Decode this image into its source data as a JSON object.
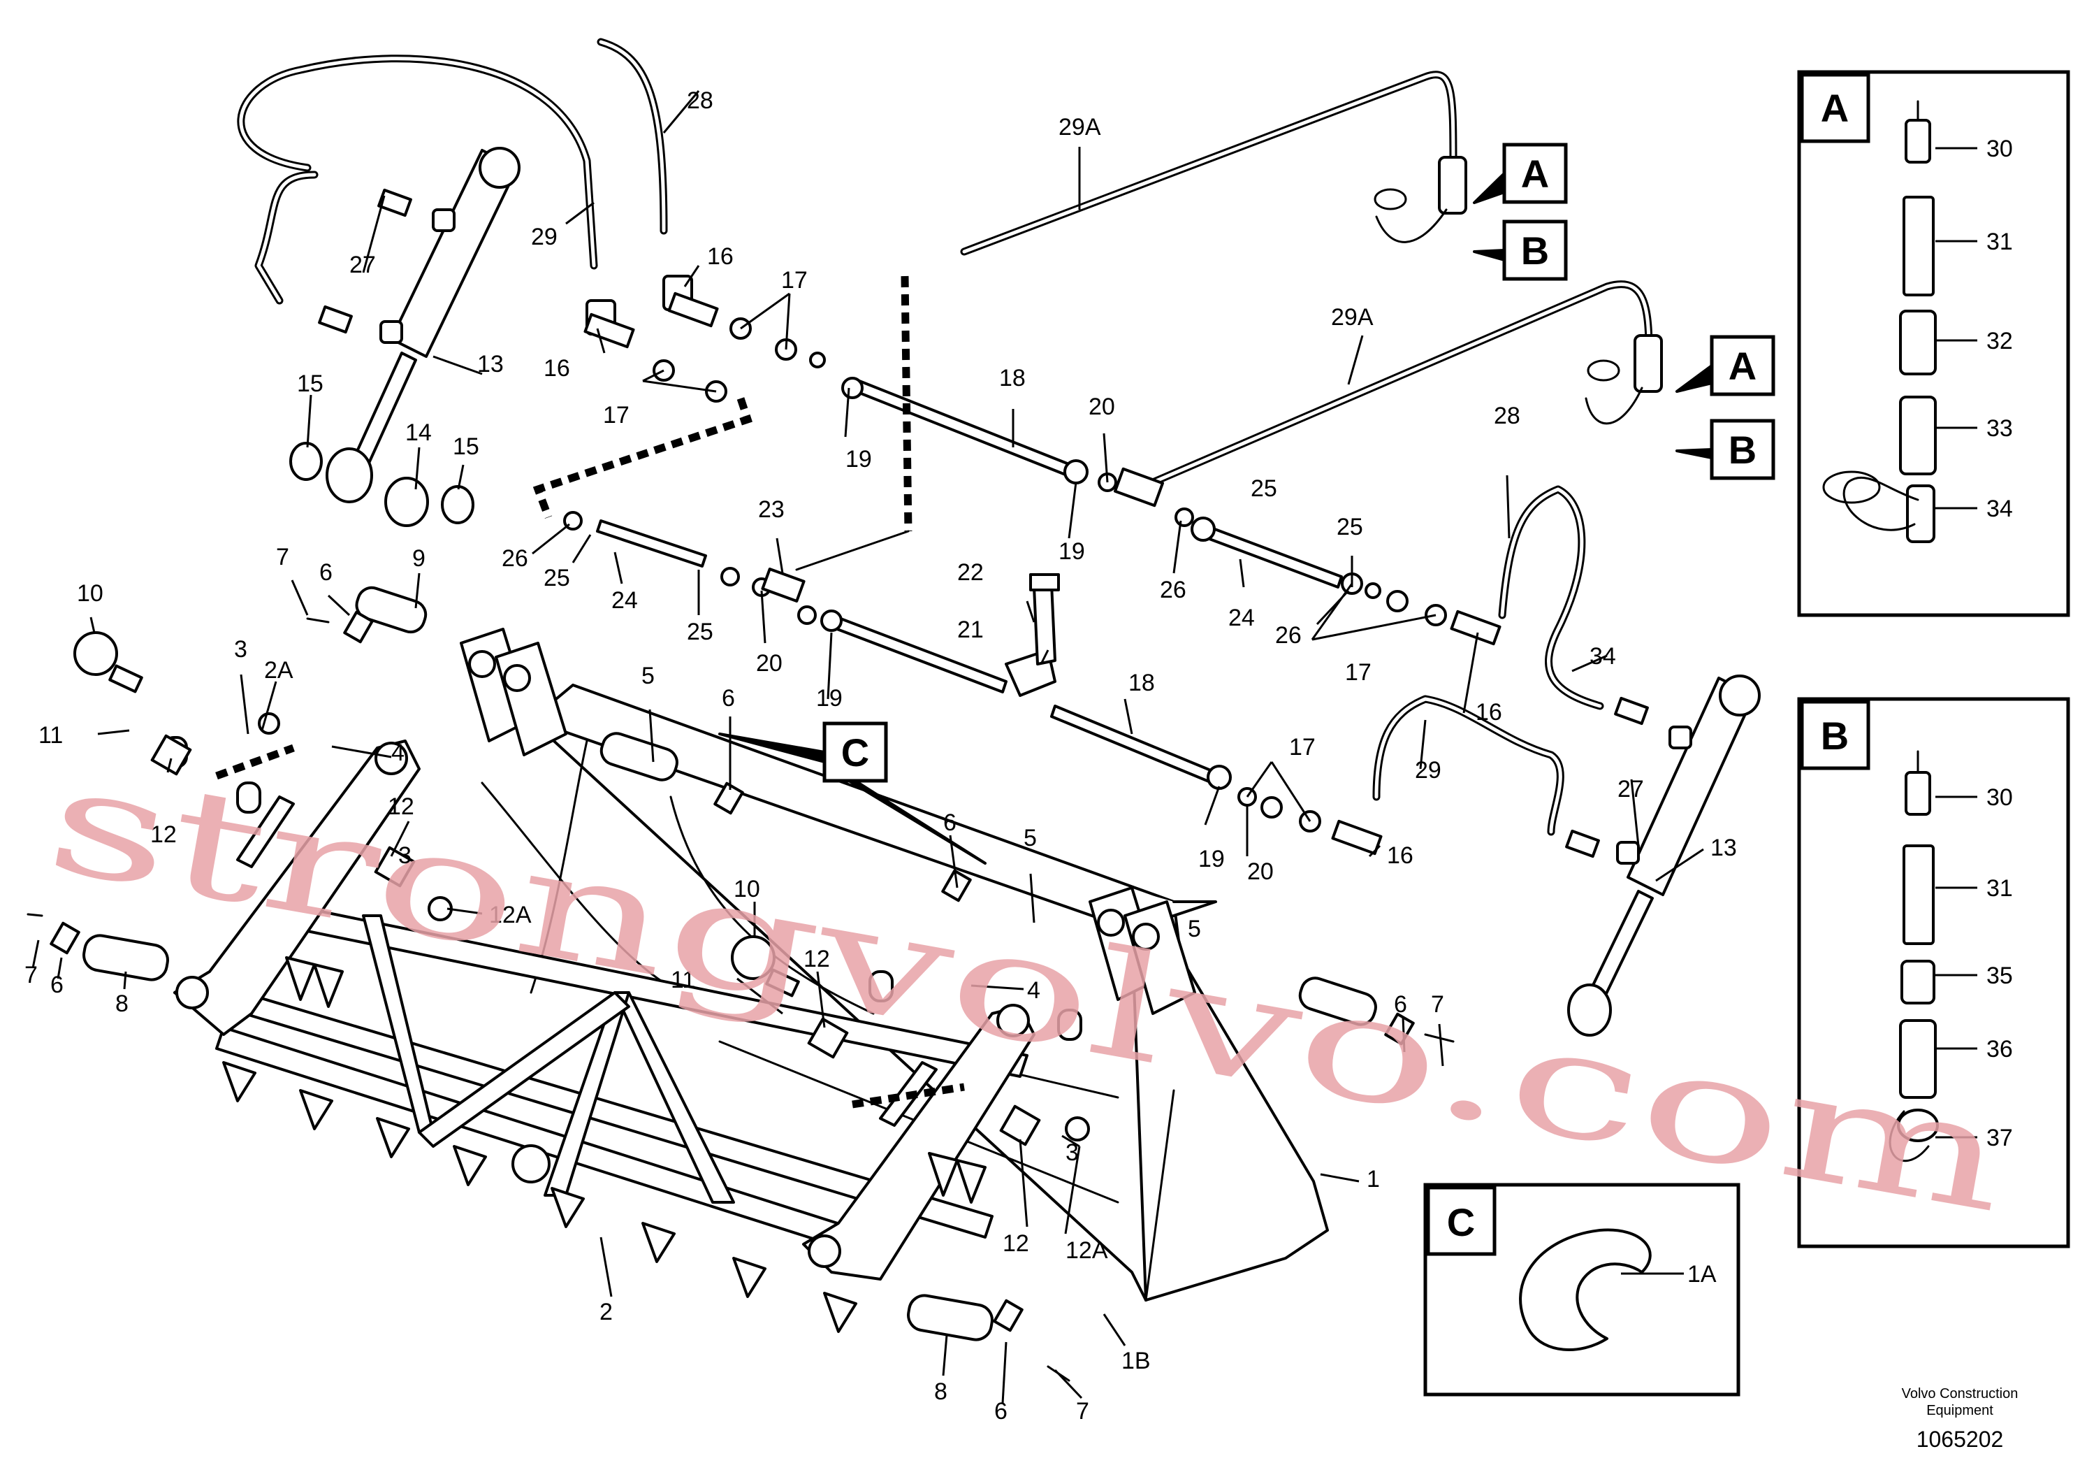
{
  "labels": [
    "1",
    "1A",
    "1B",
    "2",
    "2A",
    "3",
    "4",
    "5",
    "6",
    "7",
    "8",
    "9",
    "10",
    "11",
    "12",
    "12A",
    "13",
    "14",
    "15",
    "16",
    "17",
    "18",
    "19",
    "20",
    "21",
    "22",
    "23",
    "24",
    "25",
    "26",
    "27",
    "28",
    "29",
    "29A",
    "30",
    "31",
    "32",
    "33",
    "34",
    "35",
    "36",
    "37"
  ],
  "callout_letters": {
    "a": "A",
    "b": "B",
    "c": "C"
  },
  "footer": {
    "line1": "Volvo Construction",
    "line2": "Equipment",
    "number": "1065202"
  },
  "watermark": "strongvolvo.com",
  "colors": {
    "watermark": "#e8a3a8",
    "line": "#000000"
  }
}
